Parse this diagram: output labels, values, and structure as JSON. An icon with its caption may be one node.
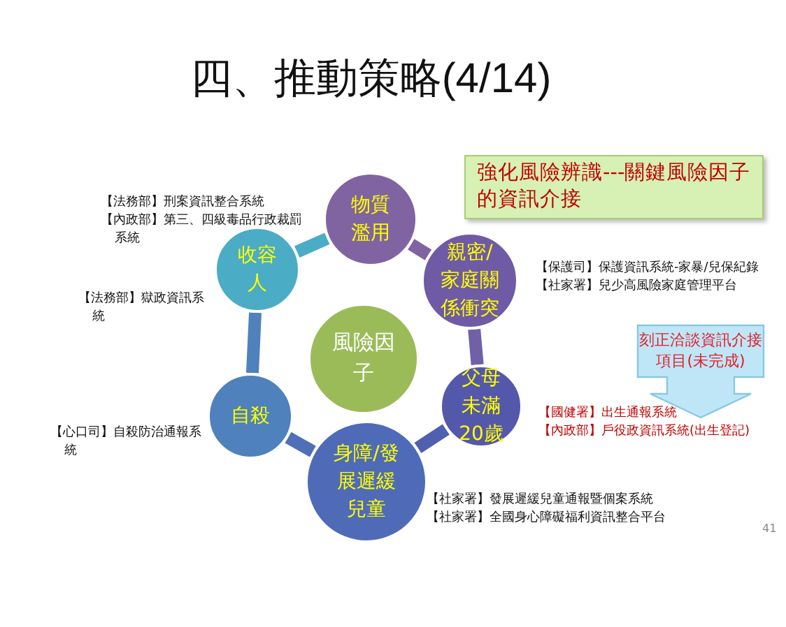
{
  "diagram": {
    "title": "四、推動策略(4/14)",
    "nodes": [
      {
        "text": [
          "風險因子"
        ]
      },
      {
        "text": [
          "物質濫用"
        ],
        "beside": [
          "【法務部】刑案資訊整合系統",
          "【內政部】第三、四級毒品行政裁罰系統"
        ]
      },
      {
        "text": [
          "親密/家庭關係衝突"
        ],
        "beside": [
          "【保護司】保護資訊系統-家暴/兒保紀錄",
          "【社家署】兒少高風險家庭管理平台"
        ]
      },
      {
        "text": [
          "父母未滿20歲"
        ],
        "beside": [
          "【國健署】出生通報系統",
          "【內政部】戶役政資訊系統(出生登記)"
        ]
      },
      {
        "text": [
          "身障/發展遲緩兒童"
        ],
        "beside": [
          "【社家署】發展遲緩兒童通報暨個案系統",
          "【社家署】全國身心障礙福利資訊整合平台"
        ]
      },
      {
        "text": [
          "自殺"
        ],
        "beside": [
          "【心口司】自殺防治通報系統"
        ]
      },
      {
        "text": [
          "收容人"
        ],
        "beside": [
          "【法務部】獄政資訊系統"
        ]
      },
      {
        "text": [
          "強化風險辨識---關鍵風險因子的資訊介接"
        ]
      },
      {
        "text": [
          "刻正洽談資訊介接項目(未完成)"
        ]
      }
    ],
    "edges": [
      {
        "from": 1,
        "to": 2,
        "arrow": "none",
        "color": "#8064a2"
      },
      {
        "from": 2,
        "to": 3,
        "arrow": "none",
        "color": "#7060a8"
      },
      {
        "from": 3,
        "to": 4,
        "arrow": "none",
        "color": "#5060b0"
      },
      {
        "from": 4,
        "to": 5,
        "arrow": "none",
        "color": "#4f70b8"
      },
      {
        "from": 5,
        "to": 6,
        "arrow": "none",
        "color": "#4f81bd"
      },
      {
        "from": 6,
        "to": 1,
        "arrow": "none",
        "color": "#4bacc6"
      }
    ],
    "labels": [
      "41"
    ]
  }
}
